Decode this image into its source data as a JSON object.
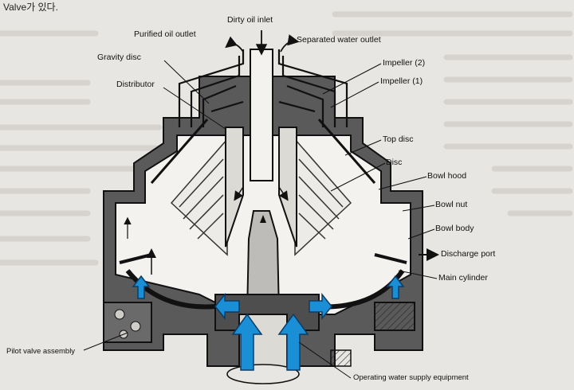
{
  "page": {
    "header_text": "Valve가 있다."
  },
  "colors": {
    "background": "#e8e6e2",
    "ink": "#1a1a1a",
    "metal_fill": "#555555",
    "arrow_blue": "#1a8fd6"
  },
  "labels": {
    "dirty_oil_inlet": "Dirty oil inlet",
    "purified_oil_outlet": "Purified oil outlet",
    "separated_water_outlet": "Separated water outlet",
    "gravity_disc": "Gravity disc",
    "impeller_2": "Impeller (2)",
    "impeller_1": "Impeller (1)",
    "distributor": "Distributor",
    "top_disc": "Top disc",
    "disc": "Disc",
    "bowl_hood": "Bowl hood",
    "bowl_nut": "Bowl nut",
    "bowl_body": "Bowl body",
    "discharge_port": "Discharge port",
    "main_cylinder": "Main cylinder",
    "pilot_valve_assembly": "Pilot valve assembly",
    "operating_water_supply_equipment": "Operating water supply equipment"
  }
}
